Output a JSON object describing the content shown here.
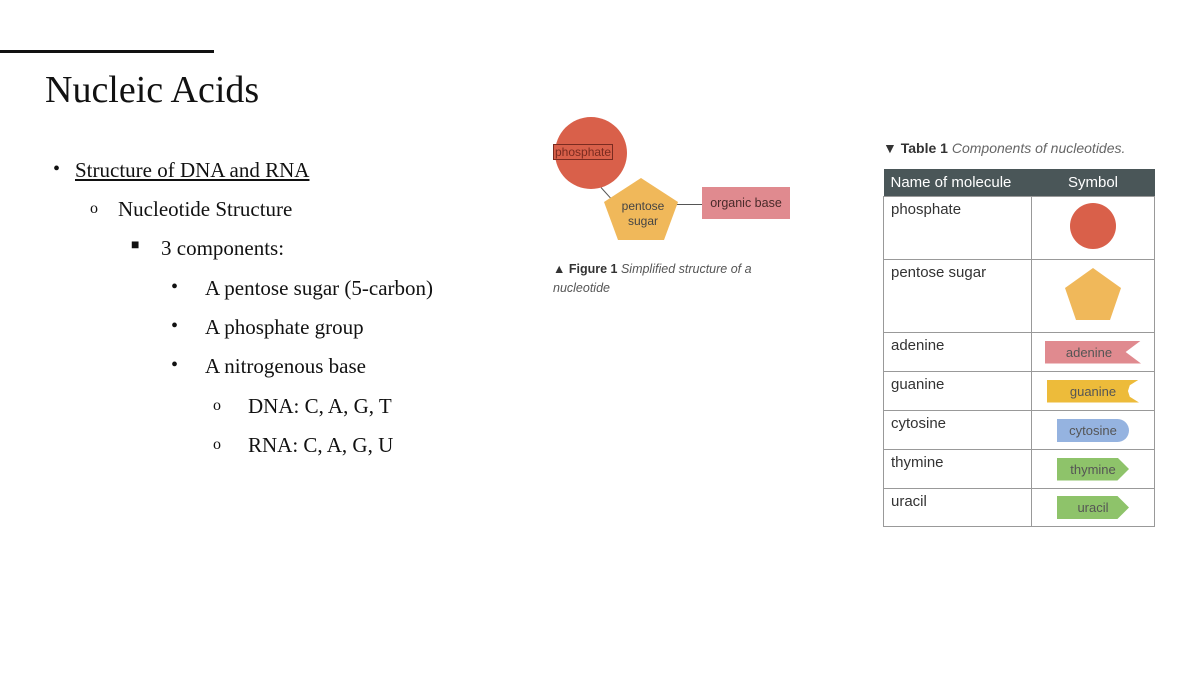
{
  "slide": {
    "title": "Nucleic Acids",
    "bullets": {
      "b1": {
        "marker": "•",
        "text": "Structure of DNA and RNA"
      },
      "b2": {
        "marker": "o",
        "text": "Nucleotide Structure"
      },
      "b3": {
        "marker": "■",
        "text": "3 components:"
      },
      "b4": {
        "marker": "•",
        "text": "A pentose sugar (5-carbon)"
      },
      "b5": {
        "marker": "•",
        "text": "A phosphate group"
      },
      "b6": {
        "marker": "•",
        "text": "A nitrogenous base"
      },
      "b7": {
        "marker": "o",
        "text": "DNA: C, A, G, T"
      },
      "b8": {
        "marker": "o",
        "text": "RNA: C, A, G, U"
      }
    }
  },
  "figure": {
    "phosphate_label": "phosphate",
    "pentose_label": "pentose sugar",
    "base_label": "organic base",
    "caption_label": "▲ Figure 1",
    "caption_text": "Simplified structure of a nucleotide",
    "colors": {
      "phosphate": "#d9604a",
      "pentose": "#f0b85a",
      "base": "#e08a8f"
    }
  },
  "table": {
    "caption_label": "▼ Table 1",
    "caption_text": "Components of nucleotides.",
    "headers": {
      "name": "Name of molecule",
      "symbol": "Symbol"
    },
    "rows": {
      "r0": {
        "name": "phosphate",
        "symbol_text": "",
        "symbol_shape": "circle"
      },
      "r1": {
        "name": "pentose sugar",
        "symbol_text": "",
        "symbol_shape": "pentagon"
      },
      "r2": {
        "name": "adenine",
        "symbol_text": "adenine",
        "symbol_shape": "notch"
      },
      "r3": {
        "name": "guanine",
        "symbol_text": "guanine",
        "symbol_shape": "concave"
      },
      "r4": {
        "name": "cytosine",
        "symbol_text": "cytosine",
        "symbol_shape": "rounded"
      },
      "r5": {
        "name": "thymine",
        "symbol_text": "thymine",
        "symbol_shape": "arrow"
      },
      "r6": {
        "name": "uracil",
        "symbol_text": "uracil",
        "symbol_shape": "arrow"
      }
    }
  }
}
